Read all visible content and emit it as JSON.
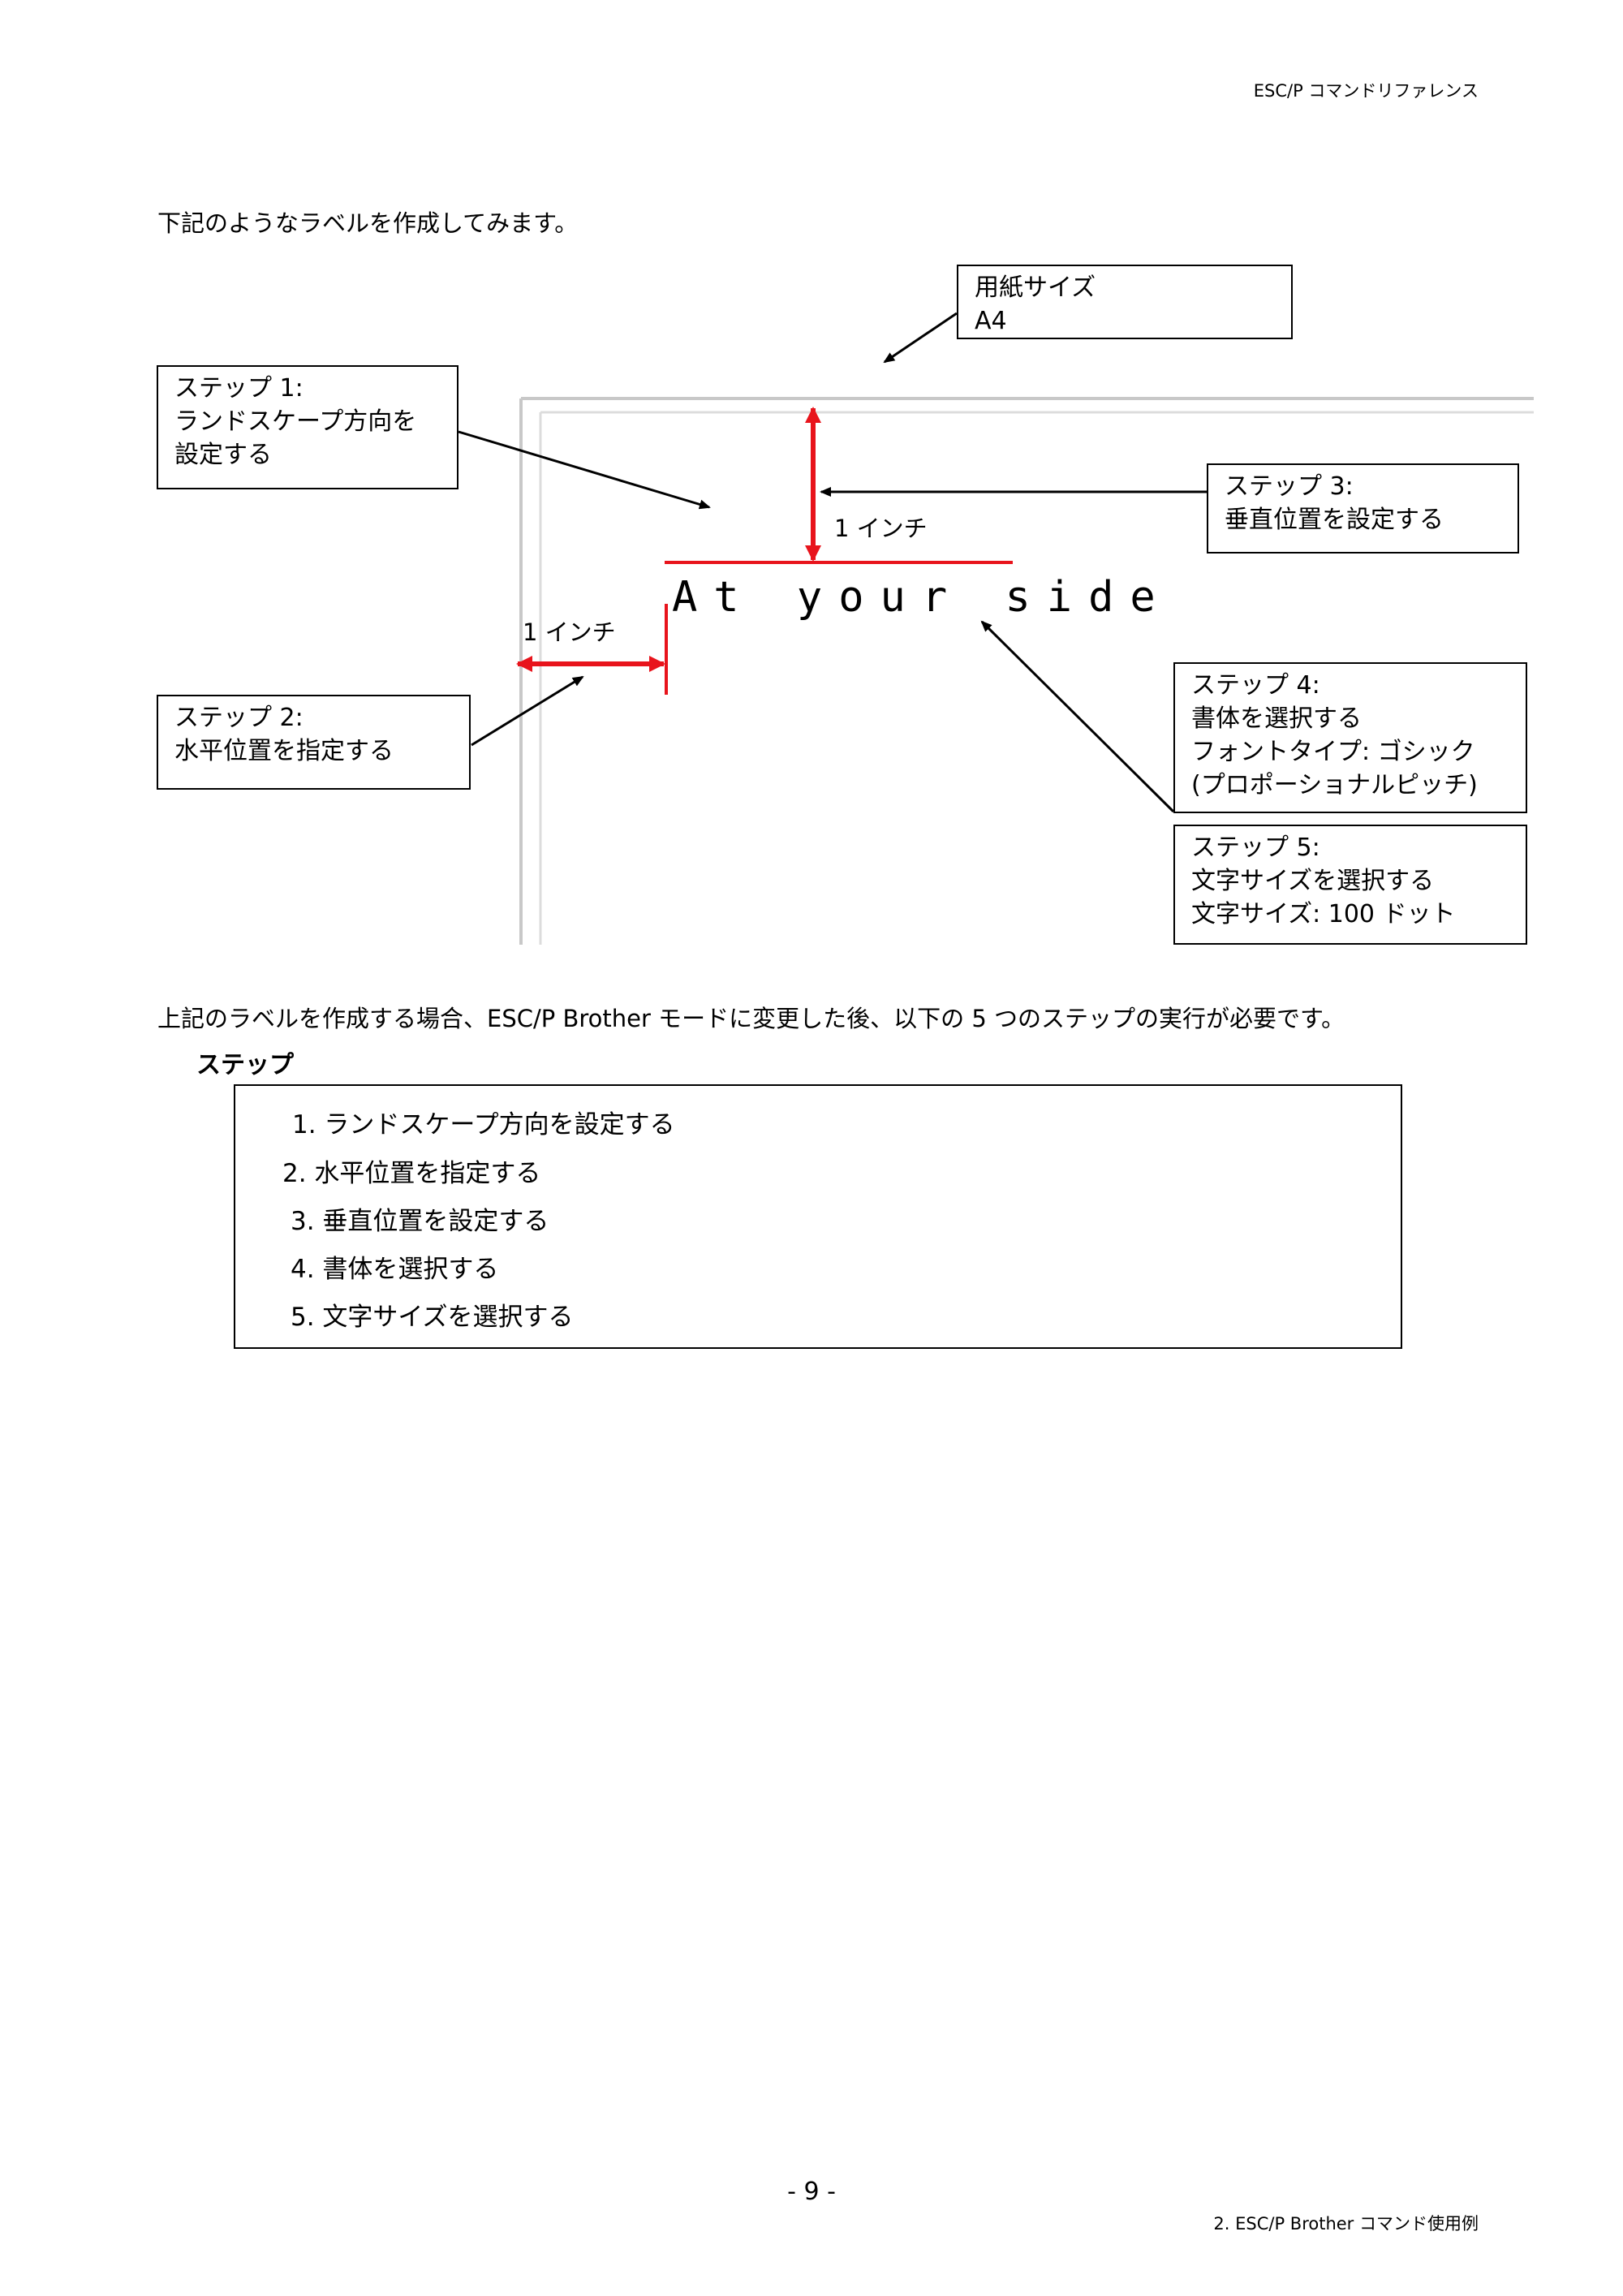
{
  "header": {
    "title": "ESC/P コマンドリファレンス"
  },
  "intro": "下記のようなラベルを作成してみます。",
  "diagram": {
    "paper_size": {
      "line1": "用紙サイズ",
      "line2": "A4"
    },
    "step1": {
      "line1": "ステップ 1:",
      "line2": "ランドスケープ方向を",
      "line3": "設定する"
    },
    "step2": {
      "line1": "ステップ 2:",
      "line2": "水平位置を指定する"
    },
    "step3": {
      "line1": "ステップ  3:",
      "line2": "垂直位置を設定する"
    },
    "step4": {
      "line1": "ステップ  4:",
      "line2": "書体を選択する",
      "line3": "フォントタイプ:  ゴシック",
      "line4": "(プロポーショナルピッチ)"
    },
    "step5": {
      "line1": "ステップ  5:",
      "line2": "文字サイズを選択する",
      "line3": "文字サイズ: 100  ドット"
    },
    "vertical_margin_label": "1 インチ",
    "horizontal_margin_label": "1  インチ",
    "sample_text": "At your side",
    "accent_color": "#e8141c"
  },
  "summary": "上記のラベルを作成する場合、ESC/P Brother モードに変更した後、以下の 5 つのステップの実行が必要です。",
  "steps_heading": "ステップ",
  "steps": [
    "1.  ランドスケープ方向を設定する",
    "2.  水平位置を指定する",
    "3.  垂直位置を設定する",
    "4.  書体を選択する",
    "5.  文字サイズを選択する"
  ],
  "footer": {
    "page_number": "- 9 -",
    "section": "2. ESC/P Brother コマンド使用例"
  }
}
